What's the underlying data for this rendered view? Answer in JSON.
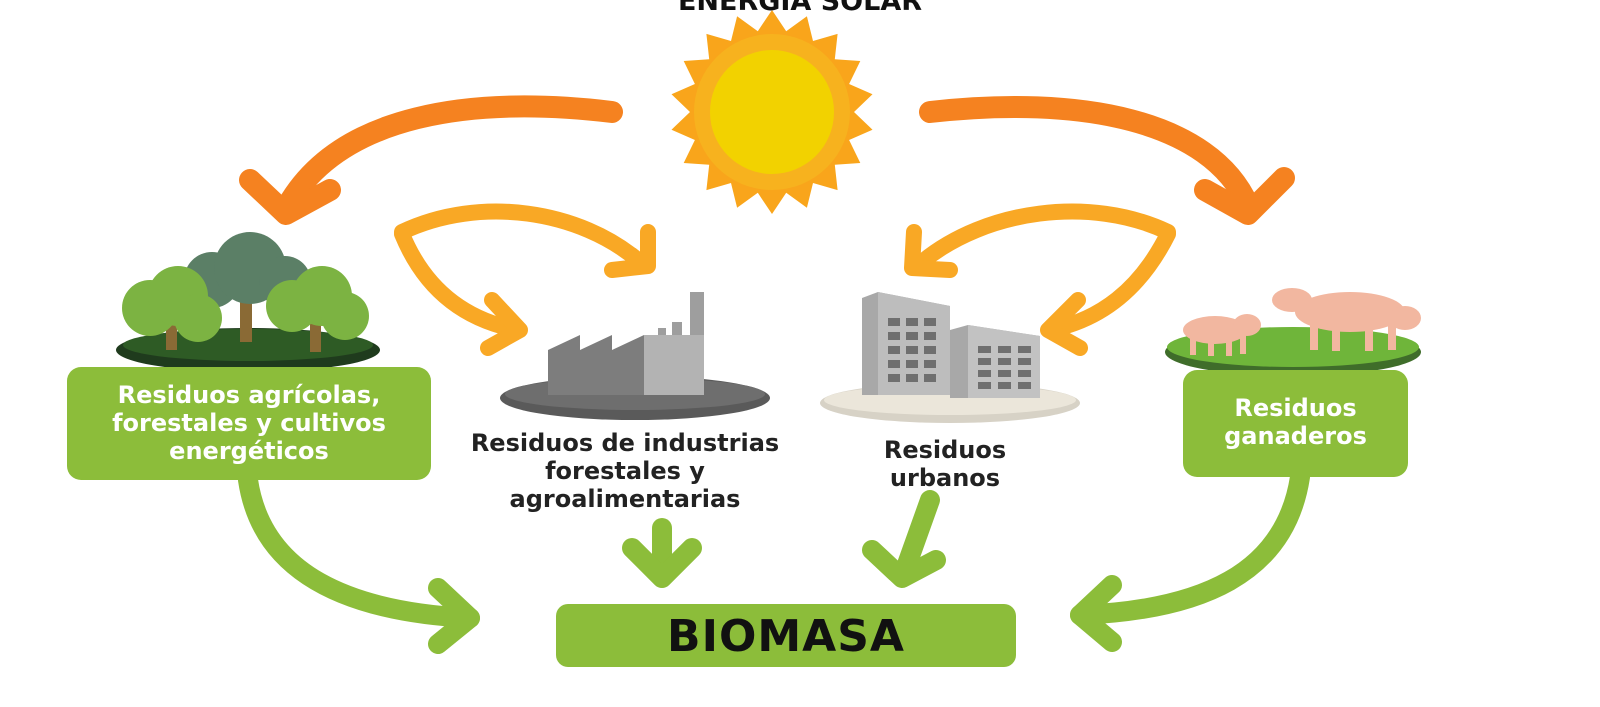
{
  "title": "ENERGÍA SOLAR",
  "center": {
    "label": "BIOMASA"
  },
  "sources": {
    "agricultural": {
      "label": "Residuos agrícolas, forestales y cultivos energéticos",
      "icon": "trees-icon"
    },
    "industrial": {
      "label": "Residuos de industrias forestales y agroalimentarias",
      "icon": "factory-icon"
    },
    "urban": {
      "label": "Residuos urbanos",
      "icon": "buildings-icon"
    },
    "livestock": {
      "label": "Residuos ganaderos",
      "icon": "pigs-icon"
    }
  },
  "colors": {
    "green": "#8cbd3a",
    "orange": "#f58220",
    "yellow_orange": "#f9a825",
    "sun_core": "#f2d200"
  }
}
